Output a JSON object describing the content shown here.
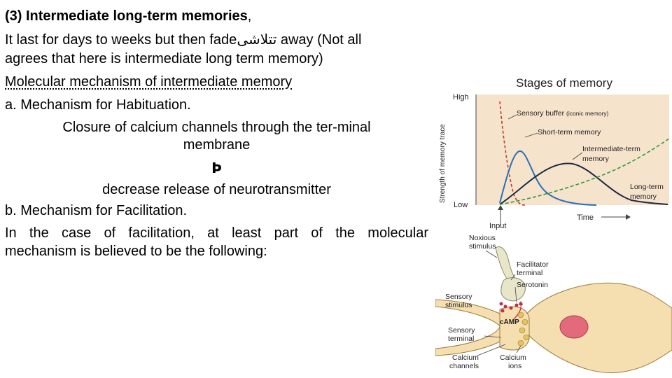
{
  "slide": {
    "heading": "(3) Intermediate long-term memories",
    "heading_punct": ",",
    "line2_pre": "It last for days to weeks but then fade",
    "line2_arabic": "تتلاشى",
    "line2_post": " away (Not all",
    "line3": "agrees that here is intermediate long term memory)",
    "line4": "Molecular mechanism of intermediate memory",
    "line5": "a. Mechanism for Habituation.",
    "line6": "Closure of calcium channels through the ter-minal",
    "line7": "membrane",
    "arrow": "Þ",
    "line8": "decrease release of neurotransmitter",
    "line9": "b. Mechanism for Facilitation.",
    "line10": "In the case of facilitation, at least part of the molecular",
    "line11": "mechanism is believed to be the following:"
  },
  "stages_figure": {
    "title": "Stages of memory",
    "y_axis": "Strength of memory trace",
    "y_high": "High",
    "y_low": "Low",
    "x_axis": "Time",
    "input": "Input",
    "label_sensory": "Sensory buffer",
    "label_sensory_note": "(iconic memory)",
    "label_short": "Short-term memory",
    "label_intermediate_1": "Intermediate-term",
    "label_intermediate_2": "memory",
    "label_long_1": "Long-term",
    "label_long_2": "memory",
    "colors": {
      "sensory": "#c0392b",
      "short": "#2a6fb5",
      "intermediate": "#1d2a44",
      "long": "#2f9a3a",
      "plot_bg": "#f6e3cc"
    }
  },
  "synapse_figure": {
    "noxious_1": "Noxious",
    "noxious_2": "stimulus",
    "facilitator_1": "Facilitator",
    "facilitator_2": "terminal",
    "serotonin": "Serotonin",
    "sensory_stim_1": "Sensory",
    "sensory_stim_2": "stimulus",
    "camp": "cAMP",
    "sensory_term_1": "Sensory",
    "sensory_term_2": "terminal",
    "ca_channels_1": "Calcium",
    "ca_channels_2": "channels",
    "ca_ions_1": "Calcium",
    "ca_ions_2": "ions",
    "colors": {
      "neuron": "#f5dfb0",
      "facilitator": "#e8e6c8",
      "nucleus": "#e26a7a"
    }
  }
}
